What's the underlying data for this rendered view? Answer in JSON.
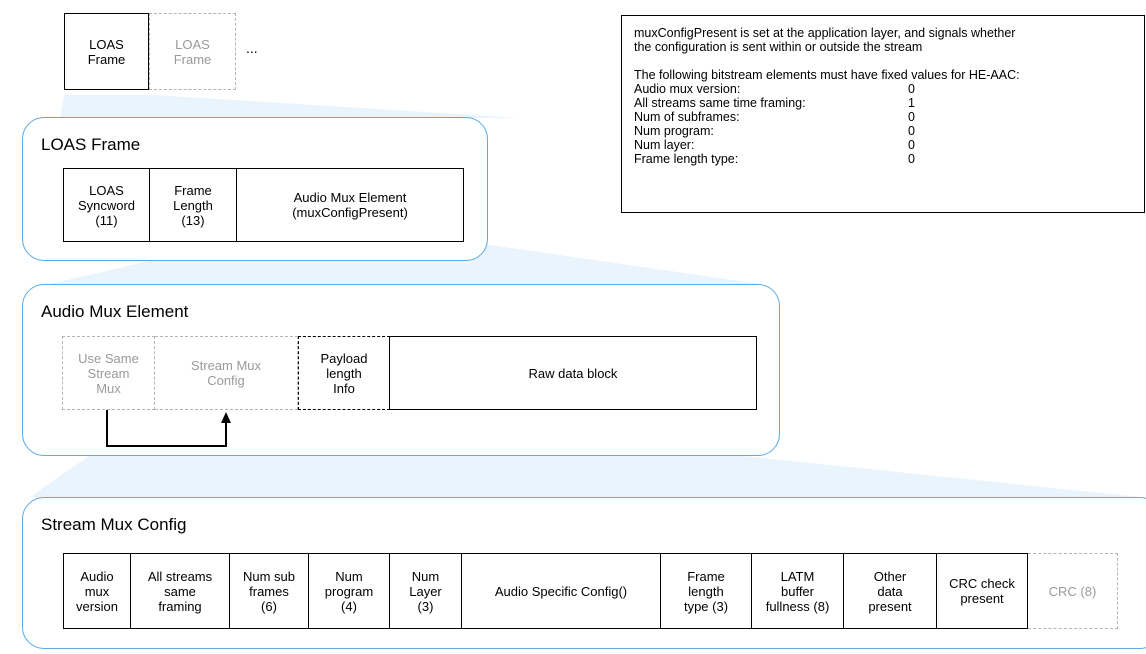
{
  "top_frames": {
    "frame1": "LOAS\nFrame",
    "frame2": "LOAS\nFrame",
    "ellipsis": "..."
  },
  "note": {
    "line1": "muxConfigPresent is set at the application layer, and signals whether",
    "line2": "the configuration is sent within or outside the stream",
    "line3": "The following bitstream elements must have fixed values for HE-AAC:",
    "rows": [
      {
        "label": "Audio mux version:",
        "value": "0"
      },
      {
        "label": "All streams same time framing:",
        "value": "1"
      },
      {
        "label": "Num of subframes:",
        "value": "0"
      },
      {
        "label": "Num program:",
        "value": "0"
      },
      {
        "label": "Num layer:",
        "value": "0"
      },
      {
        "label": "Frame length type:",
        "value": "0"
      }
    ]
  },
  "loas_frame": {
    "title": "LOAS Frame",
    "cells": [
      "LOAS\nSyncword\n(11)",
      "Frame\nLength\n(13)",
      "Audio Mux Element\n(muxConfigPresent)"
    ]
  },
  "audio_mux": {
    "title": "Audio Mux Element",
    "cells": [
      "Use Same\nStream\nMux",
      "Stream Mux\nConfig",
      "Payload\nlength\nInfo",
      "Raw data block"
    ]
  },
  "stream_mux": {
    "title": "Stream Mux Config",
    "cells": [
      "Audio\nmux\nversion",
      "All streams\nsame\nframing",
      "Num sub\nframes\n(6)",
      "Num\nprogram\n(4)",
      "Num\nLayer\n(3)",
      "Audio Specific Config()",
      "Frame\nlength\ntype (3)",
      "LATM\nbuffer\nfullness (8)",
      "Other\ndata\npresent",
      "CRC check\npresent",
      "CRC (8)"
    ]
  },
  "colors": {
    "panel_border": "#5aaae6",
    "zoom_fill": "#eaf4fc",
    "inactive_text": "#9a9a9a"
  }
}
